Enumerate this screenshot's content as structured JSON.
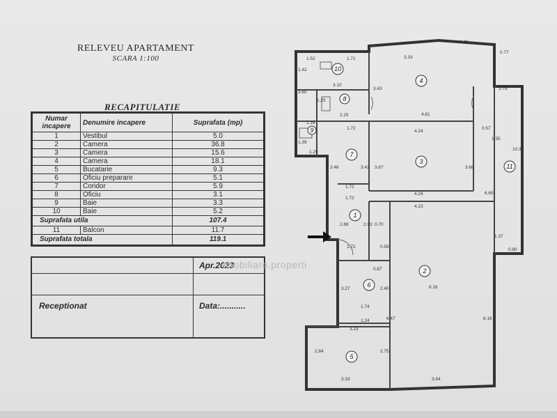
{
  "header": {
    "title": "RELEVEU APARTAMENT",
    "scale": "SCARA 1:100"
  },
  "recap": {
    "title": "RECAPITULATIE",
    "columns": [
      "Numar incapere",
      "Denumire incapere",
      "Suprafata (mp)"
    ],
    "rows": [
      [
        "1",
        "Vestibul",
        "5.0"
      ],
      [
        "2",
        "Camera",
        "36.8"
      ],
      [
        "3",
        "Camera",
        "15.6"
      ],
      [
        "4",
        "Camera",
        "18.1"
      ],
      [
        "5",
        "Bucatarie",
        "9.3"
      ],
      [
        "6",
        "Oficiu preparare",
        "5.1"
      ],
      [
        "7",
        "Coridor",
        "5.9"
      ],
      [
        "8",
        "Oficiu",
        "3.1"
      ],
      [
        "9",
        "Baie",
        "3.3"
      ],
      [
        "10",
        "Baie",
        "5.2"
      ]
    ],
    "useful_label": "Suprafata  utila",
    "useful_value": "107.4",
    "balcony": [
      "11",
      "Balcon",
      "11.7"
    ],
    "total_label": "Suprafata  totala",
    "total_value": "119.1"
  },
  "signature": {
    "date": "Apr.2023",
    "received_label": "Receptionat",
    "data_label": "Data:..........."
  },
  "watermark": "imobiliare.properti",
  "plan": {
    "room_numbers": [
      "1",
      "2",
      "3",
      "4",
      "5",
      "6",
      "7",
      "8",
      "9",
      "10",
      "11"
    ],
    "dims": {
      "d152": "1.52",
      "d171": "1.71",
      "d333": "3.33",
      "d148": "1.48",
      "d077": "0.77",
      "d142": "1.42",
      "d343": "3.43",
      "d378": "3.78",
      "d360": "3.60",
      "d310": "3.10",
      "d225": "2.25",
      "d116": "1.16",
      "d172a": "1.72",
      "d424a": "4.24",
      "d481": "4.81",
      "d057": "0.57",
      "d135": "1.35",
      "d1036": "10.36",
      "d139": "1.39",
      "d129": "1.29",
      "d346": "3.46",
      "d342": "3.42",
      "d367": "3.67",
      "d368": "3.68",
      "d172b": "1.72",
      "d172c": "1.72",
      "d424b": "4.24",
      "d423": "4.23",
      "d665": "6.65",
      "d288": "2.88",
      "d293": "2.93",
      "d070": "0.70",
      "d137": "1.37",
      "d080": "0.80",
      "d172d": "1.72",
      "d059": "0.59",
      "d087": "0.87",
      "d327": "3.27",
      "d240": "2.40",
      "d174": "1.74",
      "d124": "1.24",
      "d647": "6.47",
      "d616a": "6.16",
      "d616b": "6.16",
      "d323": "3.23",
      "d284": "2.84",
      "d275": "2.75",
      "d333b": "3.33",
      "d394": "3.94",
      "d125": "1.25"
    }
  }
}
